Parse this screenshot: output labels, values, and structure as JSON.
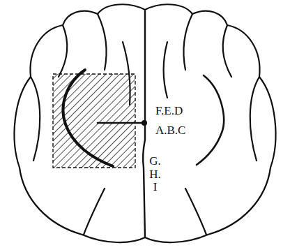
{
  "diagram": {
    "labels": [
      "F.E.D",
      "A.B.C",
      "G.H.I"
    ]
  }
}
